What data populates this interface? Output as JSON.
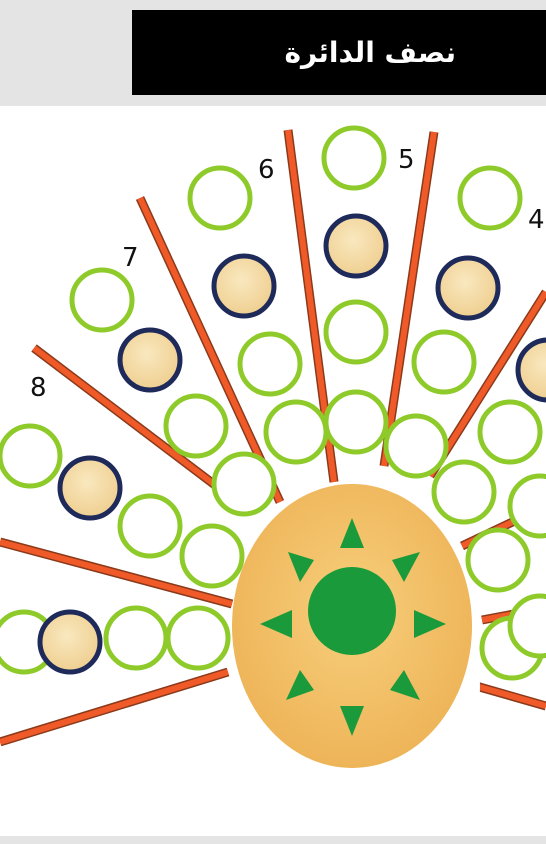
{
  "header": {
    "title": "نصف الدائرة"
  },
  "board": {
    "ray_labels": [
      "8",
      "7",
      "6",
      "5",
      "4"
    ],
    "colors": {
      "ray": "#f05a28",
      "ray_shadow": "#8a3a1a",
      "ring_empty": "#8ecb2a",
      "ring_marked": "#1e2a5a",
      "marked_fill": "#f3dba4",
      "sun_disc": "#f0b95a",
      "sun_center": "#1a9a3a",
      "sun_triangles": "#1a9a3a"
    },
    "icons": [
      "sun-icon"
    ]
  }
}
